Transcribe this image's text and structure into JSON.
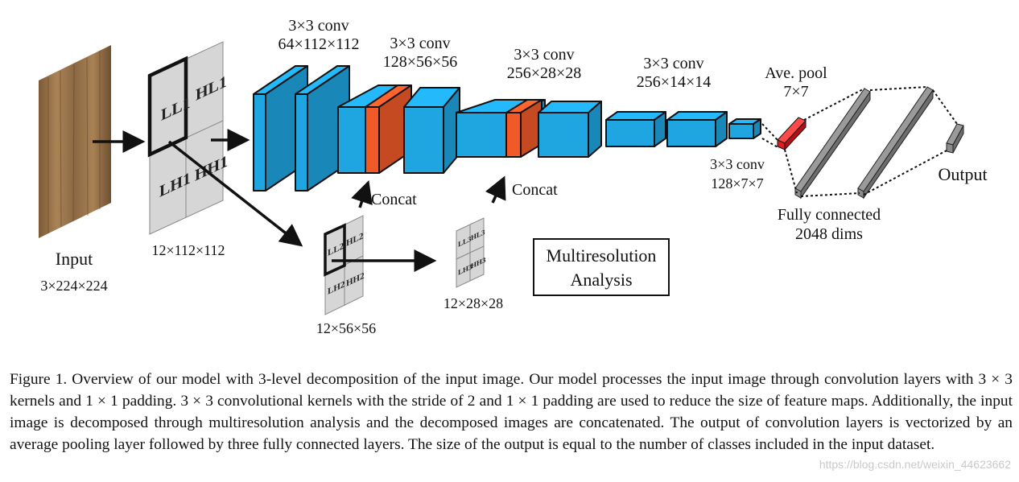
{
  "input": {
    "title": "Input",
    "dims": "3×224×224"
  },
  "wavelet_level1": {
    "ll": "LL1",
    "hl": "HL1",
    "lh": "LH1",
    "hh": "HH1",
    "dims": "12×112×112"
  },
  "wavelet_level2": {
    "ll": "LL2",
    "hl": "HL2",
    "lh": "LH2",
    "hh": "HH2",
    "dims": "12×56×56"
  },
  "wavelet_level3": {
    "ll": "LL3",
    "hl": "HL3",
    "lh": "LH3",
    "hh": "HH3",
    "dims": "12×28×28"
  },
  "conv_labels": {
    "c1_title": "3×3 conv",
    "c1_dims": "64×112×112",
    "c2_title": "3×3 conv",
    "c2_dims": "128×56×56",
    "c3_title": "3×3 conv",
    "c3_dims": "256×28×28",
    "c4_title": "3×3 conv",
    "c4_dims": "256×14×14",
    "c5_title": "3×3 conv",
    "c5_dims": "128×7×7"
  },
  "concat_labels": {
    "first": "Concat",
    "second": "Concat"
  },
  "pool": {
    "title": "Ave. pool",
    "size": "7×7"
  },
  "fc": {
    "title": "Fully connected",
    "dims": "2048 dims"
  },
  "output": {
    "label": "Output"
  },
  "multiresolution": {
    "line1": "Multiresolution",
    "line2": "Analysis"
  },
  "colors": {
    "conv_blue": "#1fa5e0",
    "concat_orange": "#f05a28",
    "pool_red": "#e11b22",
    "fc_gray": "#8c8c8c",
    "wavelet_gray": "#d4d4d4",
    "wood": "#9a7650"
  },
  "caption": "Figure 1. Overview of our model with 3-level decomposition of the input image. Our model processes the input image through convolution layers with 3 × 3 kernels and 1 × 1 padding. 3 × 3 convolutional kernels with the stride of 2 and 1 × 1 padding are used to reduce the size of feature maps. Additionally, the input image is decomposed through multiresolution analysis and the decomposed images are concatenated. The output of convolution layers is vectorized by an average pooling layer followed by three fully connected layers. The size of the output is equal to the number of classes included in the input dataset.",
  "watermark": "https://blog.csdn.net/weixin_44623662"
}
